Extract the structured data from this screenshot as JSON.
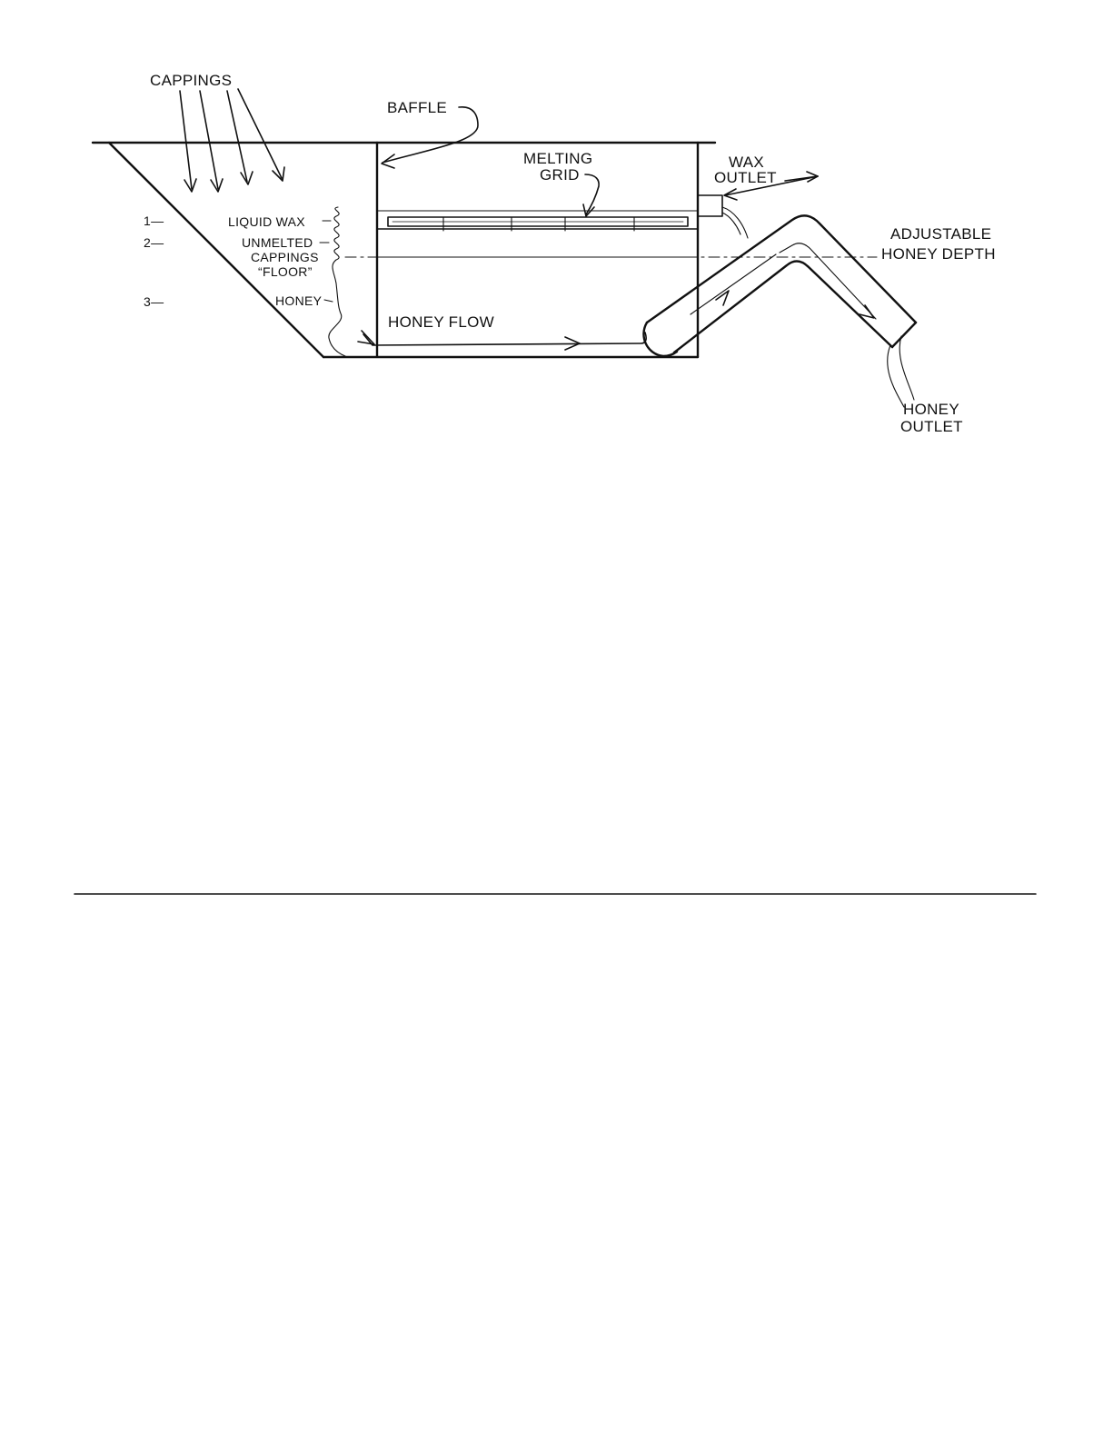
{
  "diagram": {
    "labels": {
      "cappings": "CAPPINGS",
      "baffle": "BAFFLE",
      "melting_grid_line1": "MELTING",
      "melting_grid_line2": "GRID",
      "wax_outlet_line1": "WAX",
      "wax_outlet_line2": "OUTLET",
      "adjustable_line1": "ADJUSTABLE",
      "adjustable_line2": "HONEY DEPTH",
      "liquid_wax": "LIQUID WAX",
      "unmelted_line1": "UNMELTED",
      "unmelted_line2": "CAPPINGS",
      "unmelted_line3": "“FLOOR”",
      "honey": "HONEY",
      "honey_flow": "HONEY FLOW",
      "honey_outlet_line1": "HONEY",
      "honey_outlet_line2": "OUTLET",
      "level_1": "1—",
      "level_2": "2—",
      "level_3": "3—"
    },
    "colors": {
      "ink": "#111111",
      "background": "#ffffff"
    }
  }
}
